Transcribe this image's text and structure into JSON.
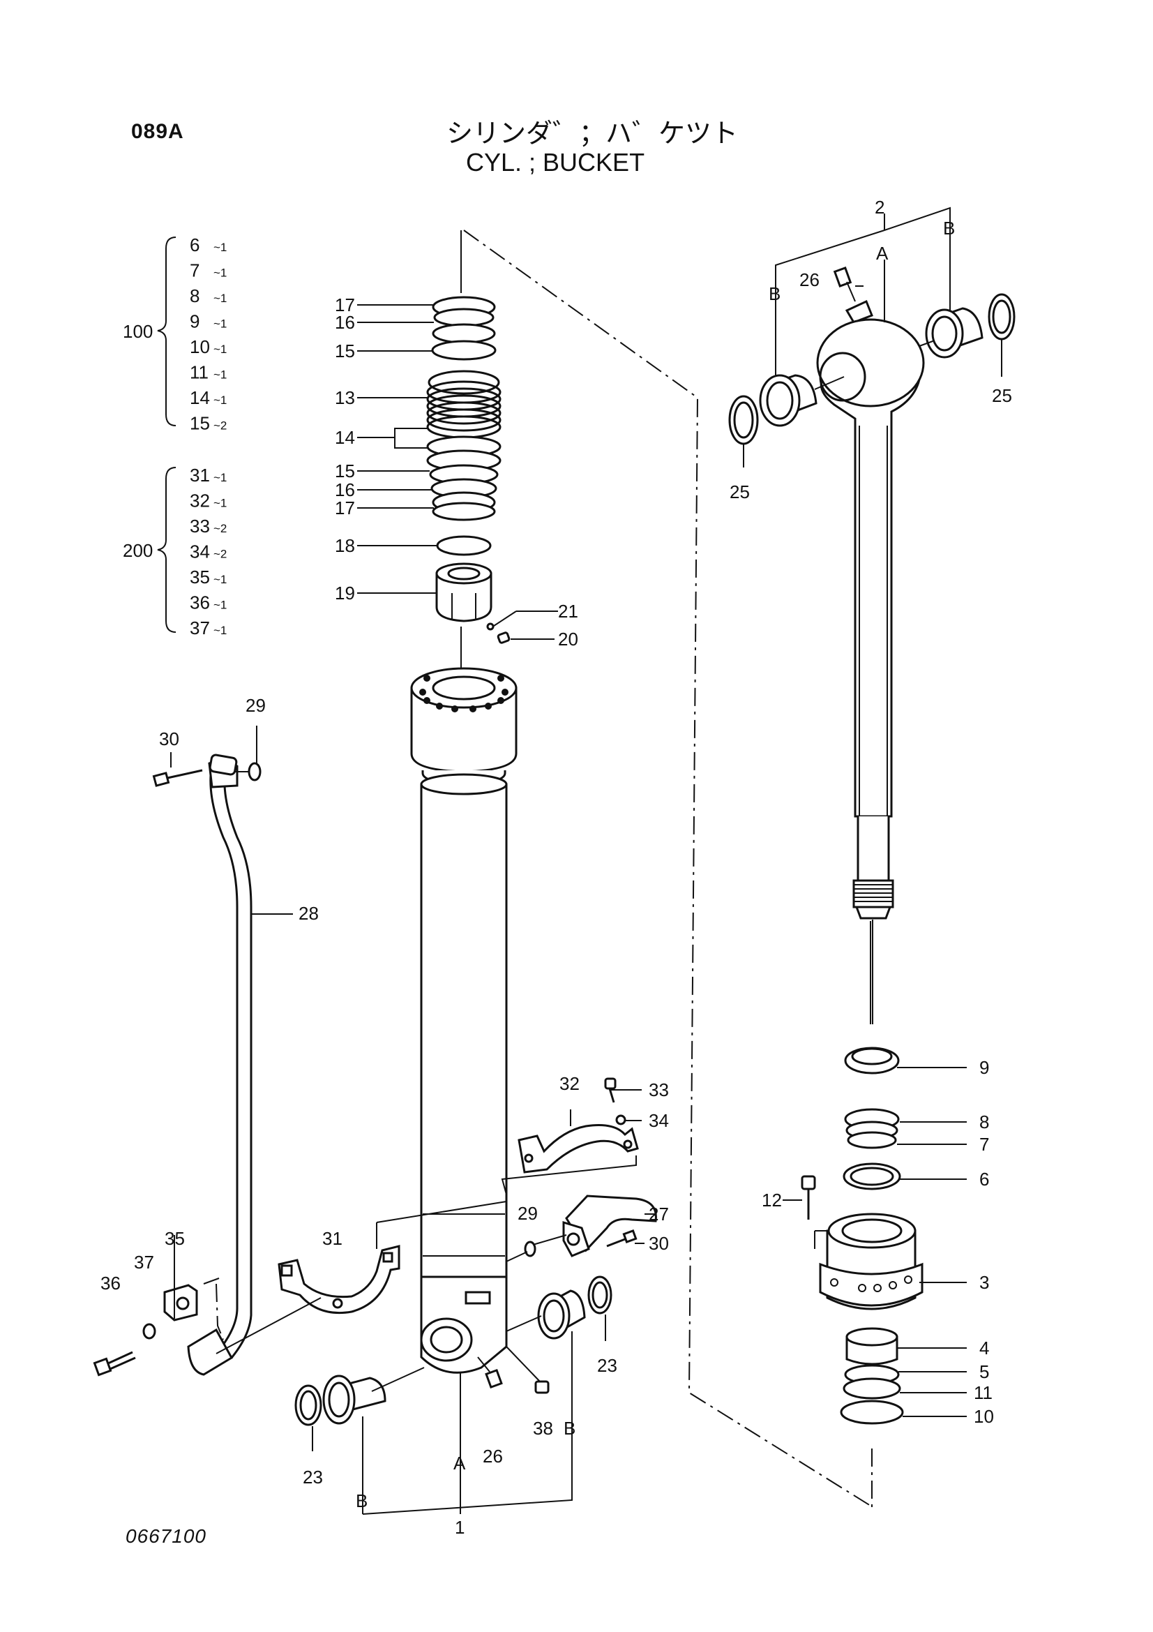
{
  "header": {
    "page_code": "089A",
    "title_jp": "シリンダ゛；ハ゛ケツト",
    "title_en": "CYL. ; BUCKET"
  },
  "footer": {
    "drawing_number": "0667100"
  },
  "kits": [
    {
      "kit": "100",
      "items": [
        {
          "part": "6",
          "qty": "~1"
        },
        {
          "part": "7",
          "qty": "~1"
        },
        {
          "part": "8",
          "qty": "~1"
        },
        {
          "part": "9",
          "qty": "~1"
        },
        {
          "part": "10",
          "qty": "~1"
        },
        {
          "part": "11",
          "qty": "~1"
        },
        {
          "part": "14",
          "qty": "~1"
        },
        {
          "part": "15",
          "qty": "~2"
        }
      ]
    },
    {
      "kit": "200",
      "items": [
        {
          "part": "31",
          "qty": "~1"
        },
        {
          "part": "32",
          "qty": "~1"
        },
        {
          "part": "33",
          "qty": "~2"
        },
        {
          "part": "34",
          "qty": "~2"
        },
        {
          "part": "35",
          "qty": "~1"
        },
        {
          "part": "36",
          "qty": "~1"
        },
        {
          "part": "37",
          "qty": "~1"
        }
      ]
    }
  ],
  "callouts": {
    "p1": "1",
    "p2": "2",
    "p3": "3",
    "p4": "4",
    "p5": "5",
    "p6": "6",
    "p7": "7",
    "p8": "8",
    "p9": "9",
    "p10": "10",
    "p11": "11",
    "p12": "12",
    "p13": "13",
    "p14": "14",
    "p15a": "15",
    "p15b": "15",
    "p16a": "16",
    "p16b": "16",
    "p17a": "17",
    "p17b": "17",
    "p18": "18",
    "p19": "19",
    "p20": "20",
    "p21": "21",
    "p23a": "23",
    "p23b": "23",
    "p25a": "25",
    "p25b": "25",
    "p26a": "26",
    "p26b": "26",
    "p27": "27",
    "p28": "28",
    "p29a": "29",
    "p29b": "29",
    "p30a": "30",
    "p30b": "30",
    "p31": "31",
    "p32": "32",
    "p33": "33",
    "p34": "34",
    "p35": "35",
    "p36": "36",
    "p37": "37",
    "p38": "38",
    "refA1": "A",
    "refA2": "A",
    "refB1": "B",
    "refB2": "B",
    "refB3": "B",
    "refB4": "B"
  }
}
